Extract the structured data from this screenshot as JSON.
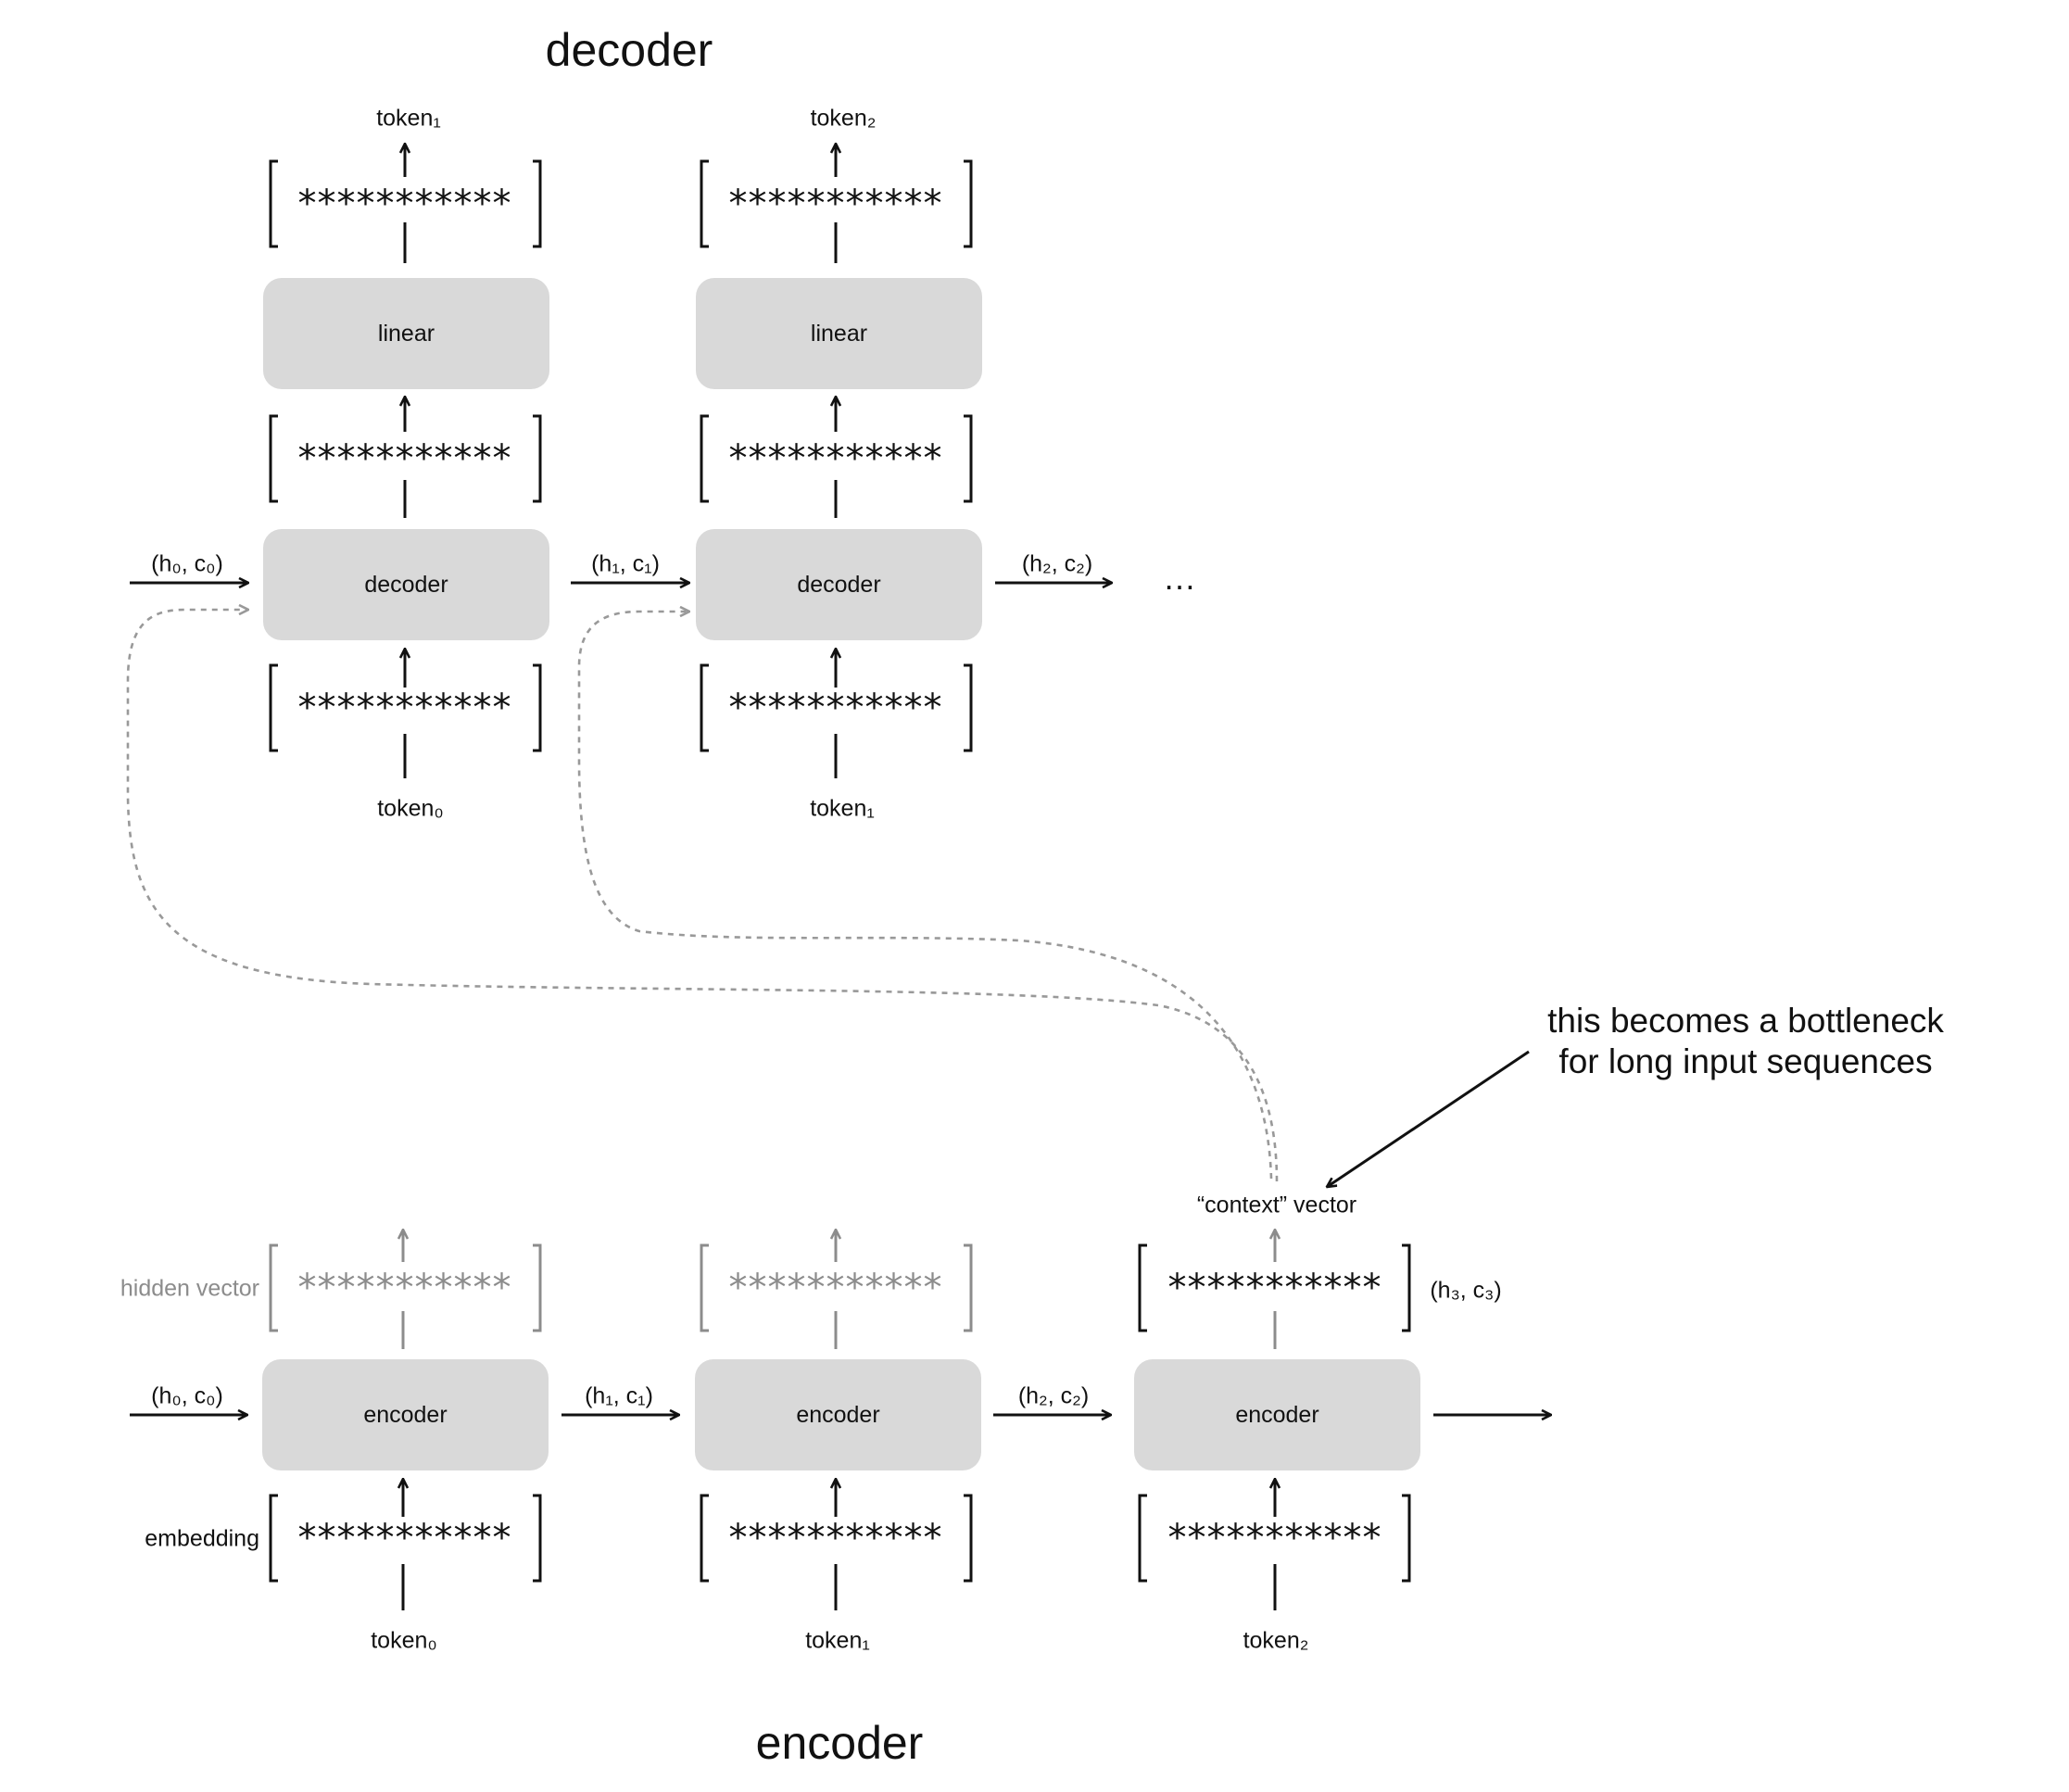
{
  "titles": {
    "decoder": "decoder",
    "encoder": "encoder"
  },
  "vector_text": "***********",
  "decoder": {
    "steps": [
      {
        "input_token": "token₀",
        "output_token": "token₁",
        "state_in": "(h₀, c₀)",
        "block": "decoder",
        "linear": "linear"
      },
      {
        "input_token": "token₁",
        "output_token": "token₂",
        "state_in": "(h₁, c₁)",
        "block": "decoder",
        "linear": "linear"
      }
    ],
    "state_out": "(h₂, c₂)",
    "ellipsis": "…"
  },
  "encoder": {
    "steps": [
      {
        "input_token": "token₀",
        "state_in": "(h₀, c₀)",
        "block": "encoder"
      },
      {
        "input_token": "token₁",
        "state_in": "(h₁, c₁)",
        "block": "encoder"
      },
      {
        "input_token": "token₂",
        "state_in": "(h₂, c₂)",
        "block": "encoder"
      }
    ],
    "final_state": "(h₃, c₃)",
    "labels": {
      "hidden_vector": "hidden vector",
      "embedding": "embedding",
      "context_vector": "“context” vector"
    }
  },
  "annotation": {
    "line1": "this becomes a bottleneck",
    "line2": "for long input sequences"
  },
  "colors": {
    "box": "#d9d9d9",
    "stroke": "#111111",
    "faded": "#8c8c8c",
    "dashed": "#999999"
  }
}
